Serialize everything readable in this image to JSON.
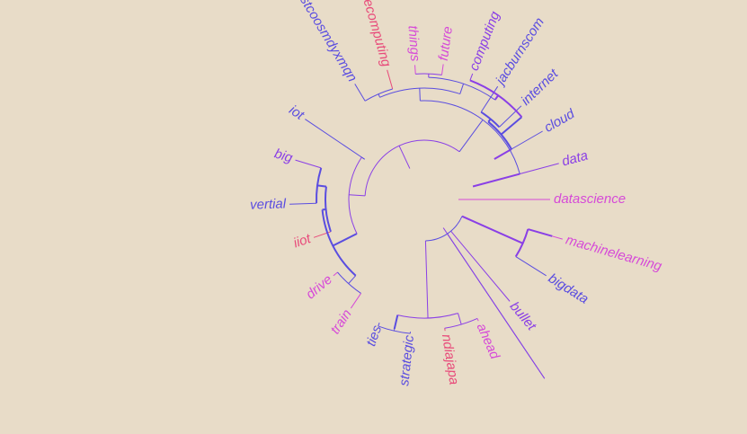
{
  "dendrogram": {
    "type": "circular-dendrogram",
    "colors": {
      "background": "#e8dcc8",
      "blue": "#5a4de0",
      "violet": "#8a3fe6",
      "magenta": "#d64ad8",
      "pink": "#e84a7a"
    },
    "leaves": [
      {
        "label": "datascience",
        "color": "#d64ad8"
      },
      {
        "label": "machinelearning",
        "color": "#d64ad8"
      },
      {
        "label": "bigdata",
        "color": "#5a4de0"
      },
      {
        "label": "bullet",
        "color": "#8a3fe6"
      },
      {
        "label": "ahead",
        "color": "#d64ad8"
      },
      {
        "label": "ndiajapa",
        "color": "#e84a7a"
      },
      {
        "label": "strategic",
        "color": "#5a4de0"
      },
      {
        "label": "ties",
        "color": "#5a4de0"
      },
      {
        "label": "train",
        "color": "#d64ad8"
      },
      {
        "label": "drive",
        "color": "#d64ad8"
      },
      {
        "label": "iiot",
        "color": "#e84a7a"
      },
      {
        "label": "vertial",
        "color": "#5a4de0"
      },
      {
        "label": "big",
        "color": "#8a3fe6"
      },
      {
        "label": "iot",
        "color": "#5a4de0"
      },
      {
        "label": "httpstcoosmdyxmqn",
        "color": "#5a4de0"
      },
      {
        "label": "edgecomputing",
        "color": "#e84a7a"
      },
      {
        "label": "things",
        "color": "#d64ad8"
      },
      {
        "label": "future",
        "color": "#d64ad8"
      },
      {
        "label": "computing",
        "color": "#8a3fe6"
      },
      {
        "label": "jacburnscom",
        "color": "#5a4de0"
      },
      {
        "label": "internet",
        "color": "#5a4de0"
      },
      {
        "label": "cloud",
        "color": "#5a4de0"
      },
      {
        "label": "data",
        "color": "#8a3fe6"
      }
    ]
  }
}
